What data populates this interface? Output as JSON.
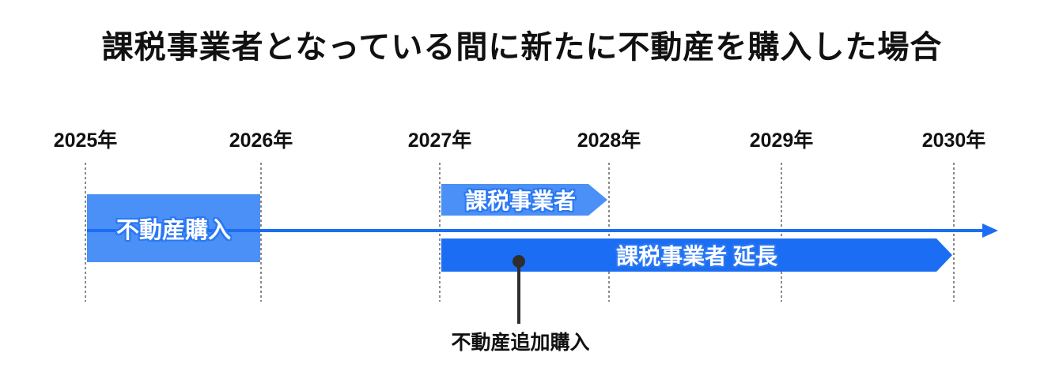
{
  "title": "課税事業者となっている間に新たに不動産を購入した場合",
  "years": [
    "2025年",
    "2026年",
    "2027年",
    "2028年",
    "2029年",
    "2030年"
  ],
  "bands": {
    "purchase": {
      "label": "不動産購入"
    },
    "taxable": {
      "label": "課税事業者"
    },
    "taxable_extension": {
      "label": "課税事業者 延長"
    }
  },
  "annotation": {
    "label": "不動産追加購入"
  },
  "colors": {
    "light_blue": "#4a90f6",
    "dark_blue": "#1b6ef3",
    "text_outline_blue": "#2b78f2",
    "gridline_gray": "#8a8a8a",
    "marker_black": "#2e2e2e"
  }
}
